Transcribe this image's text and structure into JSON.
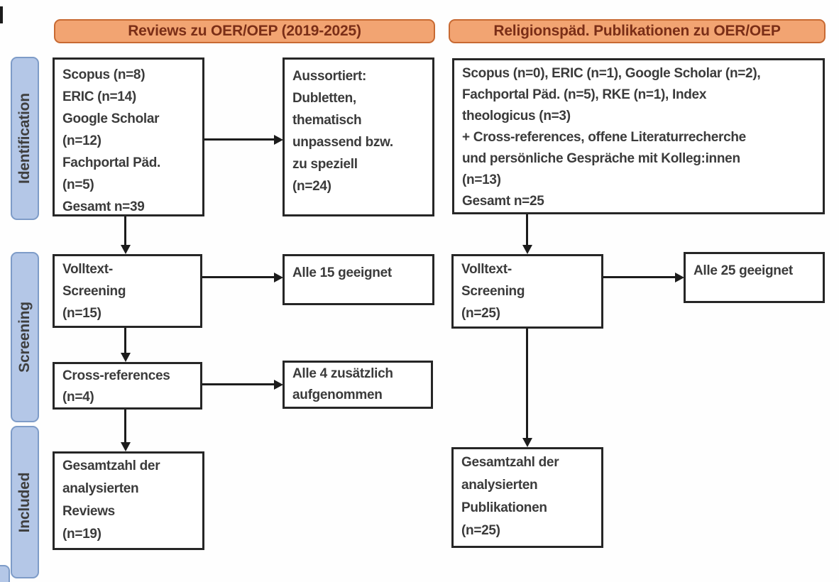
{
  "diagram": {
    "column_headers": {
      "left": "Reviews zu OER/OEP (2019-2025)",
      "right": "Religionspäd. Publikationen zu OER/OEP"
    },
    "stage_labels": {
      "identification": "Identification",
      "screening": "Screening",
      "included": "Included"
    },
    "boxes": {
      "reviews_sources": "Scopus (n=8)\nERIC (n=14)\nGoogle Scholar\n(n=12)\nFachportal Päd.\n(n=5)\nGesamt n=39",
      "reviews_excluded": "Aussortiert:\nDubletten,\nthematisch\nunpassend bzw.\nzu speziell\n(n=24)",
      "reviews_fulltext": "Volltext-\nScreening\n(n=15)",
      "reviews_eligible": "Alle 15 geeignet",
      "reviews_crossrefs": "Cross-references\n(n=4)",
      "reviews_added": "Alle 4 zusätzlich\naufgenommen",
      "reviews_included": "Gesamtzahl der\nanalysierten\nReviews\n(n=19)",
      "relpaed_sources": "Scopus (n=0), ERIC (n=1), Google Scholar (n=2),\nFachportal Päd. (n=5), RKE (n=1), Index\ntheologicus (n=3)\n+ Cross-references, offene Literaturrecherche\nund persönliche Gespräche mit Kolleg:innen\n(n=13)\nGesamt n=25",
      "relpaed_fulltext": "Volltext-\nScreening\n(n=25)",
      "relpaed_eligible": "Alle 25 geeignet",
      "relpaed_included": "Gesamtzahl der\nanalysierten\nPublikationen\n(n=25)"
    },
    "colors": {
      "header_fill": "#f2a472",
      "header_border": "#c86a33",
      "header_text": "#7a2e17",
      "stage_fill": "#b4c7e7",
      "stage_border": "#7e9cc8",
      "box_border": "#262626",
      "box_text": "#3b3b3b",
      "arrow": "#1c1c1c",
      "background": "#fefefe"
    }
  }
}
